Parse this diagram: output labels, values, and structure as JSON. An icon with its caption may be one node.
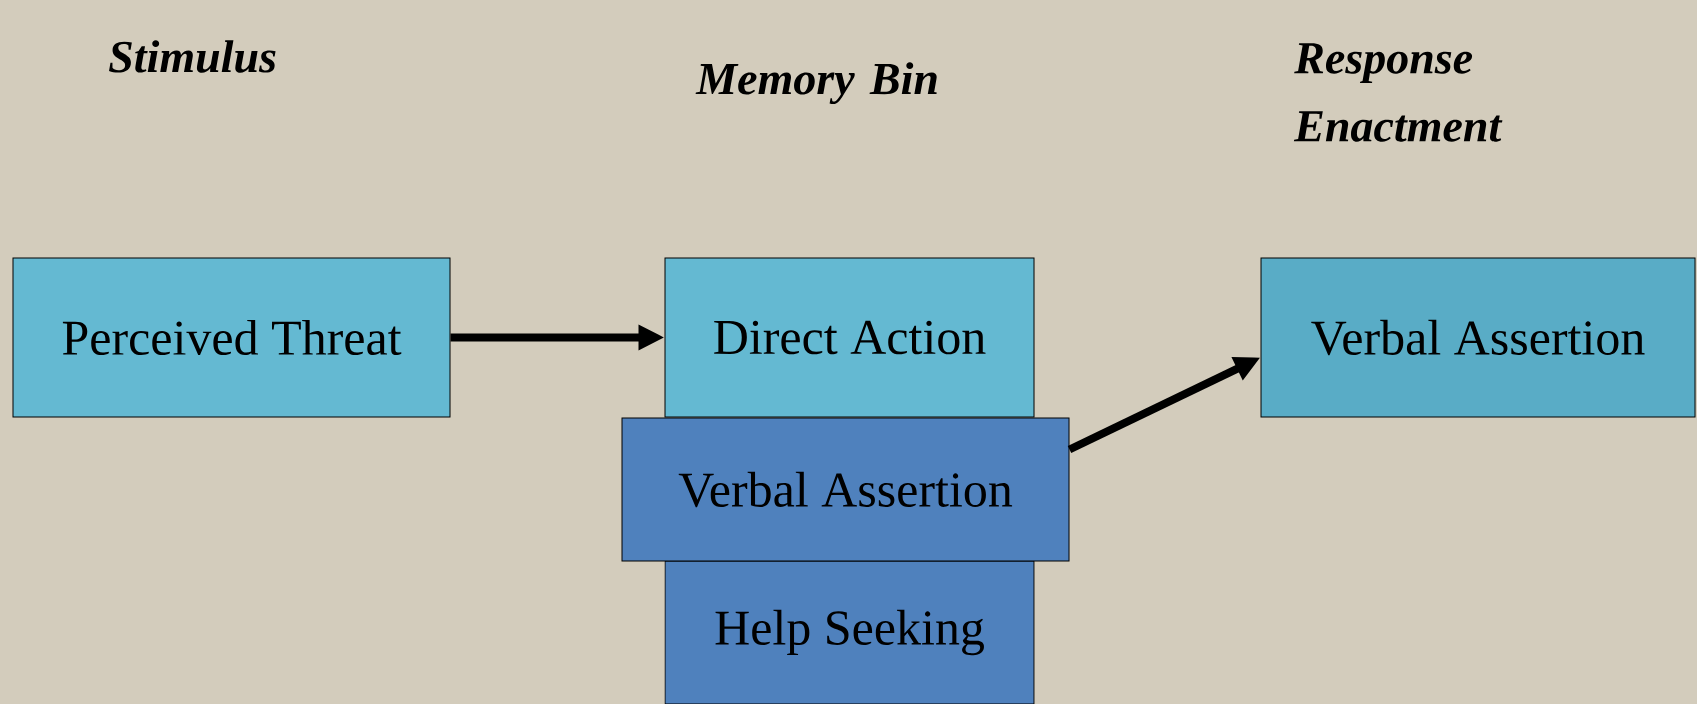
{
  "diagram": {
    "nodes": [
      {
        "text": [
          "Perceived Threat"
        ]
      },
      {
        "text": [
          "Direct Action"
        ]
      },
      {
        "text": [
          "Verbal Assertion"
        ]
      },
      {
        "text": [
          "Help Seeking"
        ]
      },
      {
        "text": [
          "Verbal Assertion"
        ]
      }
    ],
    "edges": [
      {
        "from": 0,
        "to": 1,
        "arrow": "to"
      },
      {
        "from": 2,
        "to": 4,
        "arrow": "to"
      }
    ],
    "labels": [
      "Stimulus",
      "Memory Bin",
      "Response Enactment"
    ]
  }
}
